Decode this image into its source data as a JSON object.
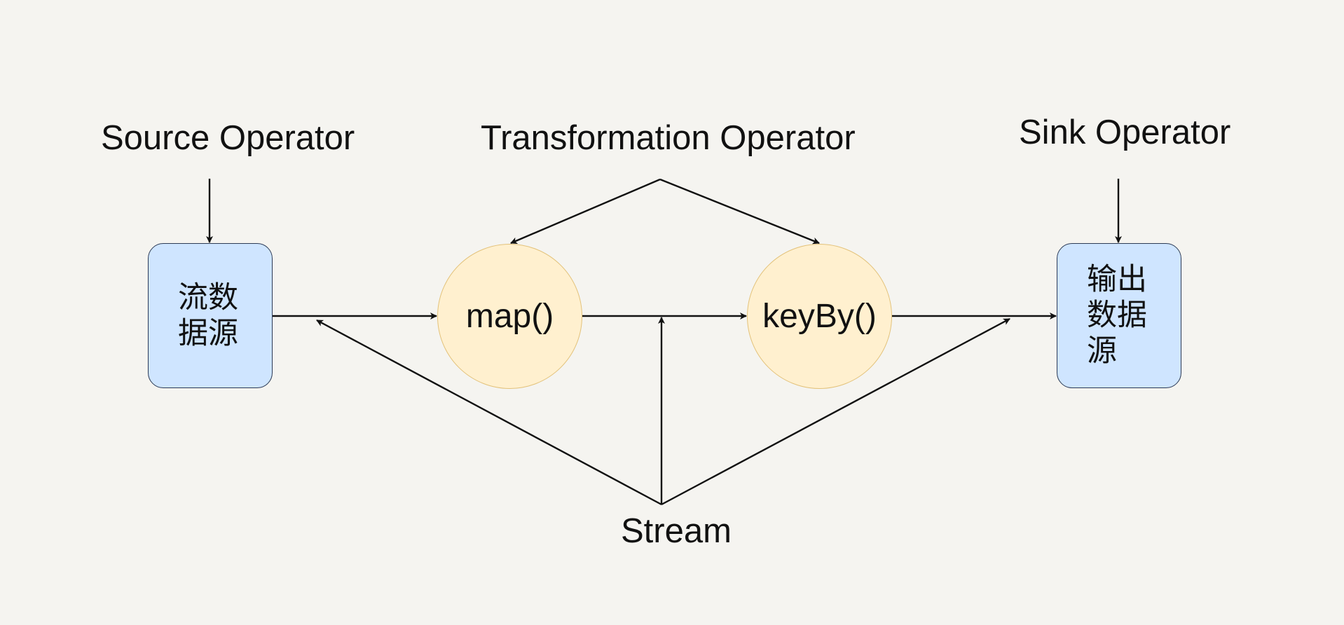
{
  "labels": {
    "source_operator": "Source Operator",
    "transformation_operator": "Transformation Operator",
    "sink_operator": "Sink Operator",
    "stream": "Stream"
  },
  "nodes": {
    "source": "流数据源",
    "map": "map()",
    "keyby": "keyBy()",
    "sink": "输出数据源"
  },
  "colors": {
    "background": "#f5f4f0",
    "box_fill": "#cfe5ff",
    "box_border": "#2b3a55",
    "circle_fill": "#fff0cf",
    "circle_border": "#e3c27a",
    "line": "#111111"
  }
}
